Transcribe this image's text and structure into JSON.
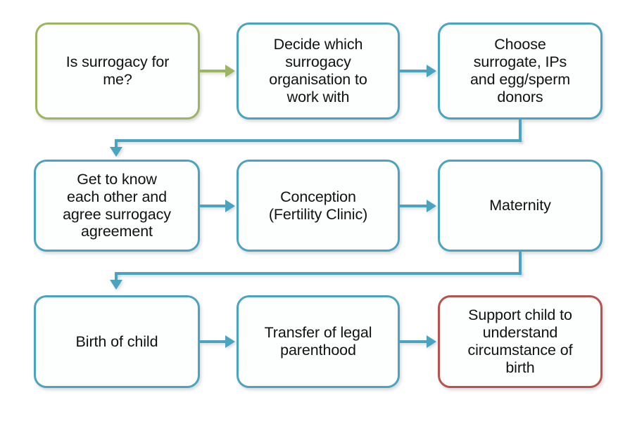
{
  "diagram": {
    "title": "Surrogacy journey flowchart",
    "colors": {
      "blue": "#4ba4bf",
      "green": "#9cb563",
      "red": "#b5534f",
      "background": "#ffffff",
      "text": "#111111"
    },
    "nodes": [
      {
        "id": "n1",
        "label": "Is surrogacy for\nme?",
        "color": "green",
        "row": 1,
        "col": 1
      },
      {
        "id": "n2",
        "label": "Decide which\nsurrogacy\norganisation to\nwork with",
        "color": "blue",
        "row": 1,
        "col": 2
      },
      {
        "id": "n3",
        "label": "Choose\nsurrogate, IPs\nand egg/sperm\ndonors",
        "color": "blue",
        "row": 1,
        "col": 3
      },
      {
        "id": "n4",
        "label": "Get to know\neach other and\nagree surrogacy\nagreement",
        "color": "blue",
        "row": 2,
        "col": 1
      },
      {
        "id": "n5",
        "label": "Conception\n(Fertility Clinic)",
        "color": "blue",
        "row": 2,
        "col": 2
      },
      {
        "id": "n6",
        "label": "Maternity",
        "color": "blue",
        "row": 2,
        "col": 3
      },
      {
        "id": "n7",
        "label": "Birth of child",
        "color": "blue",
        "row": 3,
        "col": 1
      },
      {
        "id": "n8",
        "label": "Transfer of legal\nparenthood",
        "color": "blue",
        "row": 3,
        "col": 2
      },
      {
        "id": "n9",
        "label": "Support child to\nunderstand\ncircumstance of\nbirth",
        "color": "red",
        "row": 3,
        "col": 3
      }
    ],
    "edges": [
      {
        "from": "n1",
        "to": "n2",
        "color": "green",
        "shape": "horizontal"
      },
      {
        "from": "n2",
        "to": "n3",
        "color": "blue",
        "shape": "horizontal"
      },
      {
        "from": "n3",
        "to": "n4",
        "color": "blue",
        "shape": "down-left-down"
      },
      {
        "from": "n4",
        "to": "n5",
        "color": "blue",
        "shape": "horizontal"
      },
      {
        "from": "n5",
        "to": "n6",
        "color": "blue",
        "shape": "horizontal"
      },
      {
        "from": "n6",
        "to": "n7",
        "color": "blue",
        "shape": "down-left-down"
      },
      {
        "from": "n7",
        "to": "n8",
        "color": "blue",
        "shape": "horizontal"
      },
      {
        "from": "n8",
        "to": "n9",
        "color": "blue",
        "shape": "horizontal"
      }
    ]
  }
}
